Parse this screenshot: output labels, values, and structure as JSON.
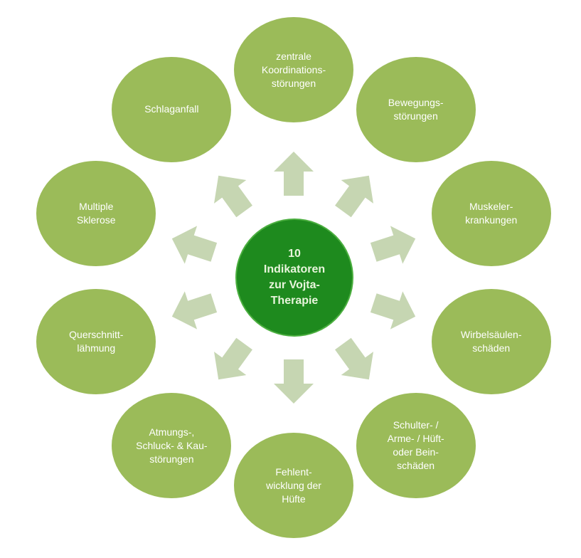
{
  "center": {
    "label": "10\nIndikatoren\nzur Vojta-\nTherapie"
  },
  "nodes": [
    {
      "label": "zentrale\nKoordinations-\nstörungen"
    },
    {
      "label": "Bewegungs-\nstörungen"
    },
    {
      "label": "Muskeler-\nkrankungen"
    },
    {
      "label": "Wirbelsäulen-\nschäden"
    },
    {
      "label": "Schulter- /\nArme- / Hüft-\noder Bein-\nschäden"
    },
    {
      "label": "Fehlent-\nwicklung der\nHüfte"
    },
    {
      "label": "Atmungs-,\nSchluck- & Kau-\nstörungen"
    },
    {
      "label": "Querschnitt-\nlähmung"
    },
    {
      "label": "Multiple\nSklerose"
    },
    {
      "label": "Schlaganfall"
    }
  ],
  "colors": {
    "node": "#9bbb59",
    "center": "#1e8a1e",
    "arrow": "#c6d6b2"
  }
}
